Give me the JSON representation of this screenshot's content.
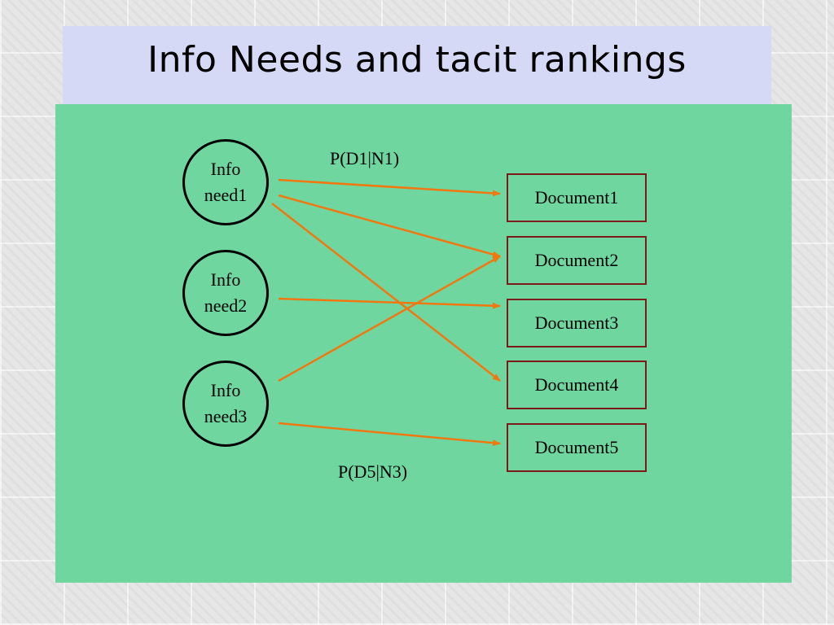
{
  "slide": {
    "title": "Info Needs and tacit rankings"
  },
  "diagram": {
    "info_needs": [
      {
        "label": "Info\nneed1"
      },
      {
        "label": "Info\nneed2"
      },
      {
        "label": "Info\nneed3"
      }
    ],
    "documents": [
      {
        "label": "Document1"
      },
      {
        "label": "Document2"
      },
      {
        "label": "Document3"
      },
      {
        "label": "Document4"
      },
      {
        "label": "Document5"
      }
    ],
    "edge_labels": {
      "top": "P(D1|N1)",
      "bottom": "P(D5|N3)"
    }
  },
  "colors": {
    "arrow": "#f07810",
    "panel": "#6fd6a0",
    "title_banner": "#d5d9f5",
    "doc_border": "#7a1a1a"
  }
}
